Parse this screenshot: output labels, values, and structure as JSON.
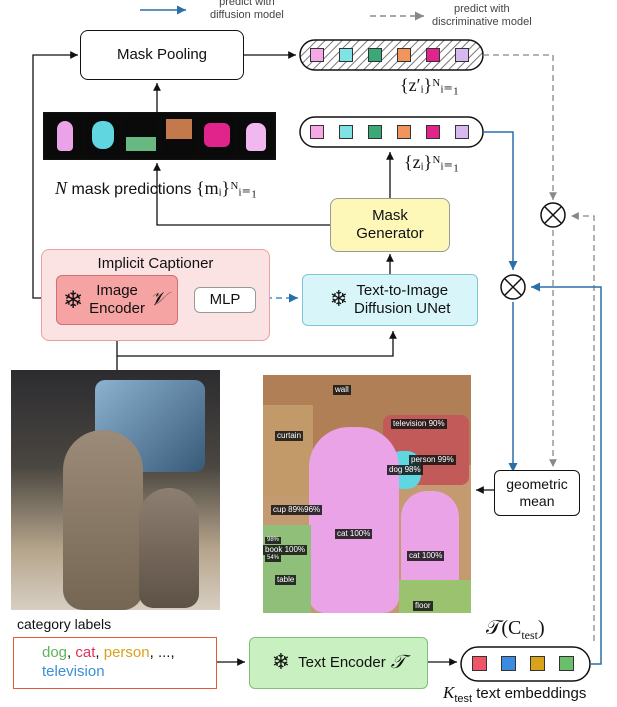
{
  "legend": {
    "diffusion_label": "predict with\ndiffusion model",
    "discriminative_label": "predict with\ndiscriminative model"
  },
  "boxes": {
    "mask_pooling": "Mask Pooling",
    "mask_generator": "Mask\nGenerator",
    "implicit_captioner": "Implicit Captioner",
    "image_encoder": "Image\nEncoder",
    "mlp": "MLP",
    "unet": "Text-to-Image\nDiffusion UNet",
    "geometric_mean": "geometric\nmean",
    "text_encoder": "Text Encoder"
  },
  "math": {
    "z_prime": "{z′ᵢ}ᴺᵢ₌₁",
    "z": "{zᵢ}ᴺᵢ₌₁",
    "mask_predictions_prefix": "N",
    "mask_predictions_text": "mask predictions",
    "mask_predictions_set": "{mᵢ}ᴺᵢ₌₁",
    "encoder_symbol": "𝒱",
    "text_encoder_symbol": "𝒯",
    "T_C_test": "𝒯(C",
    "test_sub": "test",
    "close_paren": ")",
    "K": "K",
    "K_sub": "test",
    "K_suffix": "text embeddings"
  },
  "category_labels": {
    "title": "category labels",
    "items": [
      {
        "text": "dog",
        "color": "#5fb35a"
      },
      {
        "text": "cat",
        "color": "#e0315a"
      },
      {
        "text": "person",
        "color": "#d9a21b"
      },
      {
        "text": "...",
        "color": "#222222"
      },
      {
        "text": "television",
        "color": "#3b8fd6"
      }
    ],
    "separator": ", "
  },
  "seg_labels": {
    "wall": "wall",
    "curtain": "curtain",
    "television": "television 90%",
    "person": "person 99%",
    "dog": "dog 98%",
    "cup": "cup 89%96%",
    "cat1": "cat 100%",
    "cat2": "cat 100%",
    "book1": "98%",
    "book2": "book 100%",
    "book3": "54%",
    "table": "table",
    "floor": "floor"
  },
  "colors": {
    "diffusion_arrow": "#2a6fa8",
    "discriminative_arrow": "#888888",
    "mask_pooling_fill": "#ffffff",
    "mask_generator_fill": "#fdf7b8",
    "captioner_fill": "#fbe3e3",
    "image_encoder_fill": "#f5a3a3",
    "unet_fill": "#d8f6fa",
    "text_encoder_fill": "#c9f0c0",
    "cat_mask": "#e9a3e6"
  },
  "mask_tokens": [
    "#f5a8e6",
    "#7fe3e3",
    "#3aa877",
    "#f2955c",
    "#e0248c",
    "#d7b8ef"
  ],
  "text_tokens": [
    "#ee5566",
    "#3b8be0",
    "#d9a21b",
    "#6cbf6a"
  ]
}
